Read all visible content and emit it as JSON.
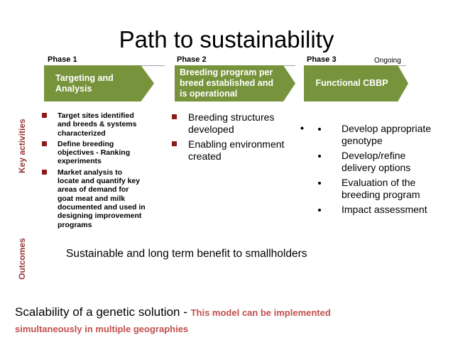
{
  "title": "Path to sustainability",
  "phases": [
    {
      "label": "Phase 1",
      "box": [
        "Targeting and",
        "Analysis"
      ]
    },
    {
      "label": "Phase 2",
      "box": [
        "Breeding program per",
        "breed established and",
        "is operational"
      ]
    },
    {
      "label": "Phase 3",
      "box": [
        "Functional CBBP"
      ],
      "extra": "Ongoing"
    }
  ],
  "row_labels": {
    "key_activities": "Key activities",
    "outcomes": "Outcomes"
  },
  "activities": {
    "phase1": [
      [
        "Target sites identified",
        "and breeds & systems",
        "characterized"
      ],
      [
        "Define breeding",
        "objectives  - Ranking",
        "experiments"
      ],
      [
        "Market analysis  to",
        "locate and quantify key",
        "areas of demand for",
        "goat meat and milk",
        "documented and used in",
        "designing improvement",
        "programs"
      ]
    ],
    "phase2": [
      [
        "Breeding  structures",
        "developed"
      ],
      [
        "Enabling environment",
        "created"
      ]
    ],
    "phase3": [
      [
        "Develop appropriate",
        "genotype"
      ],
      [
        "Develop/refine",
        "delivery options"
      ],
      [
        "Evaluation of the",
        "breeding program"
      ],
      [
        "Impact assessment"
      ]
    ]
  },
  "outcome": "Sustainable and long term benefit to smallholders",
  "scalability": {
    "lead": "Scalability of a genetic solution - ",
    "highlight_1": "This model can be implemented",
    "highlight_2": "simultaneously in  multiple geographies"
  },
  "colors": {
    "chevron": "#77933c",
    "accent_red": "#c0504d",
    "vertical_label": "#953735",
    "bullet": "#8b1a1a"
  }
}
